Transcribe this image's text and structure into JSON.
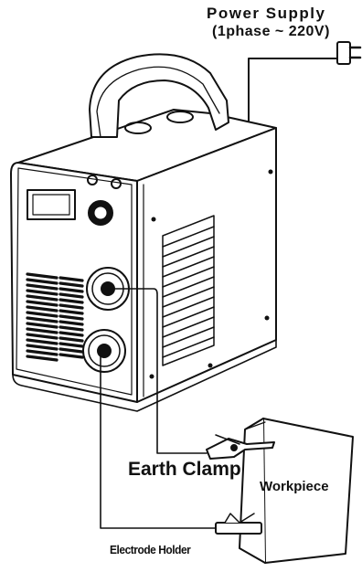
{
  "labels": {
    "power_supply": "Power  Supply",
    "power_spec": "(1phase ~ 220V)",
    "earth_clamp": "Earth Clamp",
    "workpiece": "Workpiece",
    "electrode_holder": "Electrode Holder"
  },
  "colors": {
    "line": "#111111",
    "background": "#ffffff"
  },
  "icons": [
    "power-plug-icon",
    "earth-clamp-icon",
    "electrode-holder-icon"
  ]
}
